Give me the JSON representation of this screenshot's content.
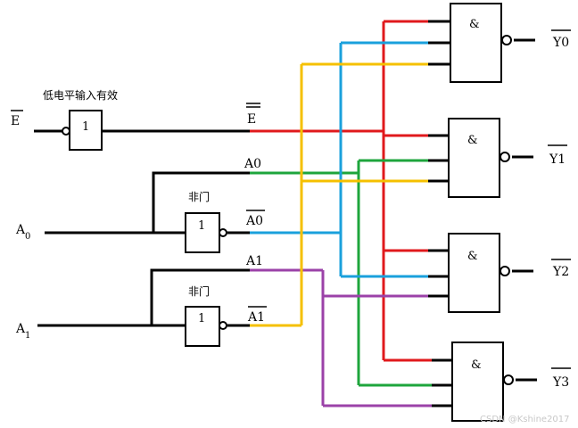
{
  "title_note": "低电平输入有效",
  "inverter_note_1": "非门",
  "inverter_note_2": "非门",
  "inputs": {
    "e_bar": "E",
    "a0": "A",
    "a0_sub": "0",
    "a1": "A",
    "a1_sub": "1"
  },
  "signals": {
    "e_bar": "E",
    "a0": "A0",
    "a0_bar": "A0",
    "a1": "A1",
    "a1_bar": "A1"
  },
  "gates": {
    "inverter_symbol": "1",
    "nand_symbol": "&"
  },
  "outputs": [
    "Y0",
    "Y1",
    "Y2",
    "Y3"
  ],
  "watermark": "CSDN @Kshine2017",
  "colors": {
    "e_line": "#e0191c",
    "a0_line": "#1ea53c",
    "a0_bar_line": "#1aa0dc",
    "a1_line": "#9b42a8",
    "a1_bar_line": "#f5c000",
    "black": "#000000"
  }
}
